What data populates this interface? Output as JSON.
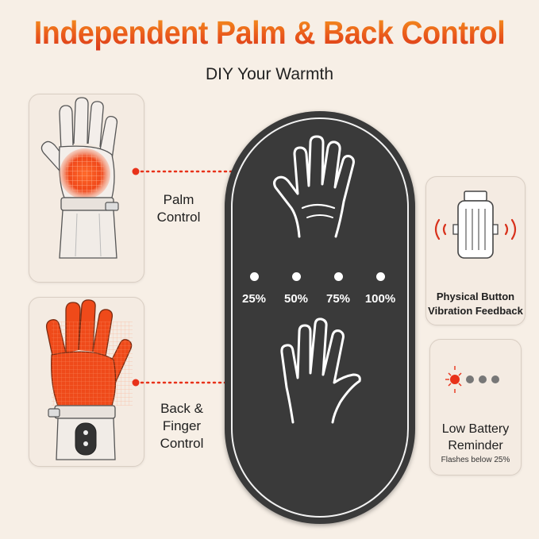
{
  "header": {
    "title": "Independent Palm & Back Control",
    "subtitle": "DIY Your Warmth"
  },
  "left_panels": [
    {
      "label_line1": "Palm",
      "label_line2": "Control",
      "icon": "palm-heated-glove-icon"
    },
    {
      "label_line1": "Back &",
      "label_line2": "Finger",
      "label_line3": "Control",
      "icon": "back-heated-glove-icon"
    }
  ],
  "remote": {
    "levels": [
      "25%",
      "50%",
      "75%",
      "100%"
    ],
    "top_icon": "palm-hand-icon",
    "bottom_icon": "back-hand-icon"
  },
  "right_panels": {
    "vibration": {
      "line1": "Physical Button",
      "line2": "Vibration Feedback",
      "icon": "vibration-motor-icon"
    },
    "battery": {
      "line1": "Low Battery",
      "line2": "Reminder",
      "note": "Flashes below 25%",
      "icon": "battery-led-icon"
    }
  },
  "colors": {
    "accent": "#e8501c",
    "heat": "#ef4a1a",
    "remote": "#3a3a3a",
    "background": "#f7efe6"
  }
}
